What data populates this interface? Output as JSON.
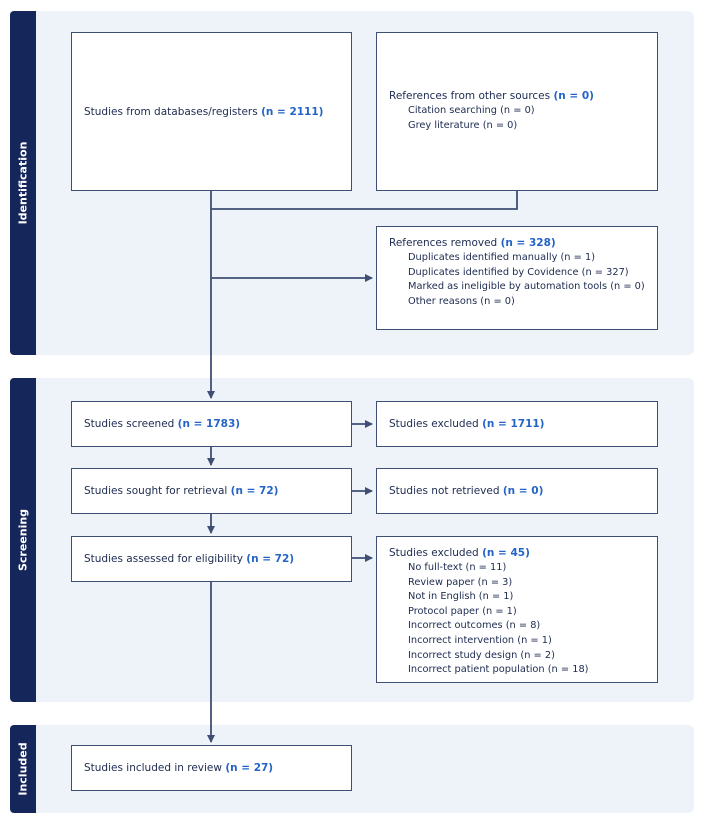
{
  "phases": {
    "identification": "Identification",
    "screening": "Screening",
    "included": "Included"
  },
  "boxes": {
    "databases": {
      "label": "Studies from databases/registers",
      "n": "(n = 2111)"
    },
    "other_sources": {
      "label": "References from other sources",
      "n": "(n = 0)",
      "items": [
        "Citation searching (n = 0)",
        "Grey literature (n = 0)"
      ]
    },
    "removed": {
      "label": "References removed",
      "n": "(n = 328)",
      "items": [
        "Duplicates identified manually (n = 1)",
        "Duplicates identified by Covidence (n = 327)",
        "Marked as ineligible by automation tools (n = 0)",
        "Other reasons (n = 0)"
      ]
    },
    "screened": {
      "label": "Studies screened",
      "n": "(n = 1783)"
    },
    "excluded_screen": {
      "label": "Studies excluded",
      "n": "(n = 1711)"
    },
    "sought": {
      "label": "Studies sought for retrieval",
      "n": "(n = 72)"
    },
    "not_retrieved": {
      "label": "Studies not retrieved",
      "n": "(n = 0)"
    },
    "assessed": {
      "label": "Studies assessed for eligibility",
      "n": "(n = 72)"
    },
    "excluded_full": {
      "label": "Studies excluded",
      "n": "(n = 45)",
      "items": [
        "No full-text (n = 11)",
        "Review paper (n = 3)",
        "Not in English (n = 1)",
        "Protocol paper (n = 1)",
        "Incorrect outcomes (n = 8)",
        "Incorrect intervention (n = 1)",
        "Incorrect study design (n = 2)",
        "Incorrect patient population (n = 18)"
      ]
    },
    "included": {
      "label": "Studies included in review",
      "n": "(n = 27)"
    }
  },
  "colors": {
    "phase_bar": "#15265a",
    "section_bg": "#eef3fa",
    "highlight": "#2564c7",
    "line": "#3f4f74"
  }
}
